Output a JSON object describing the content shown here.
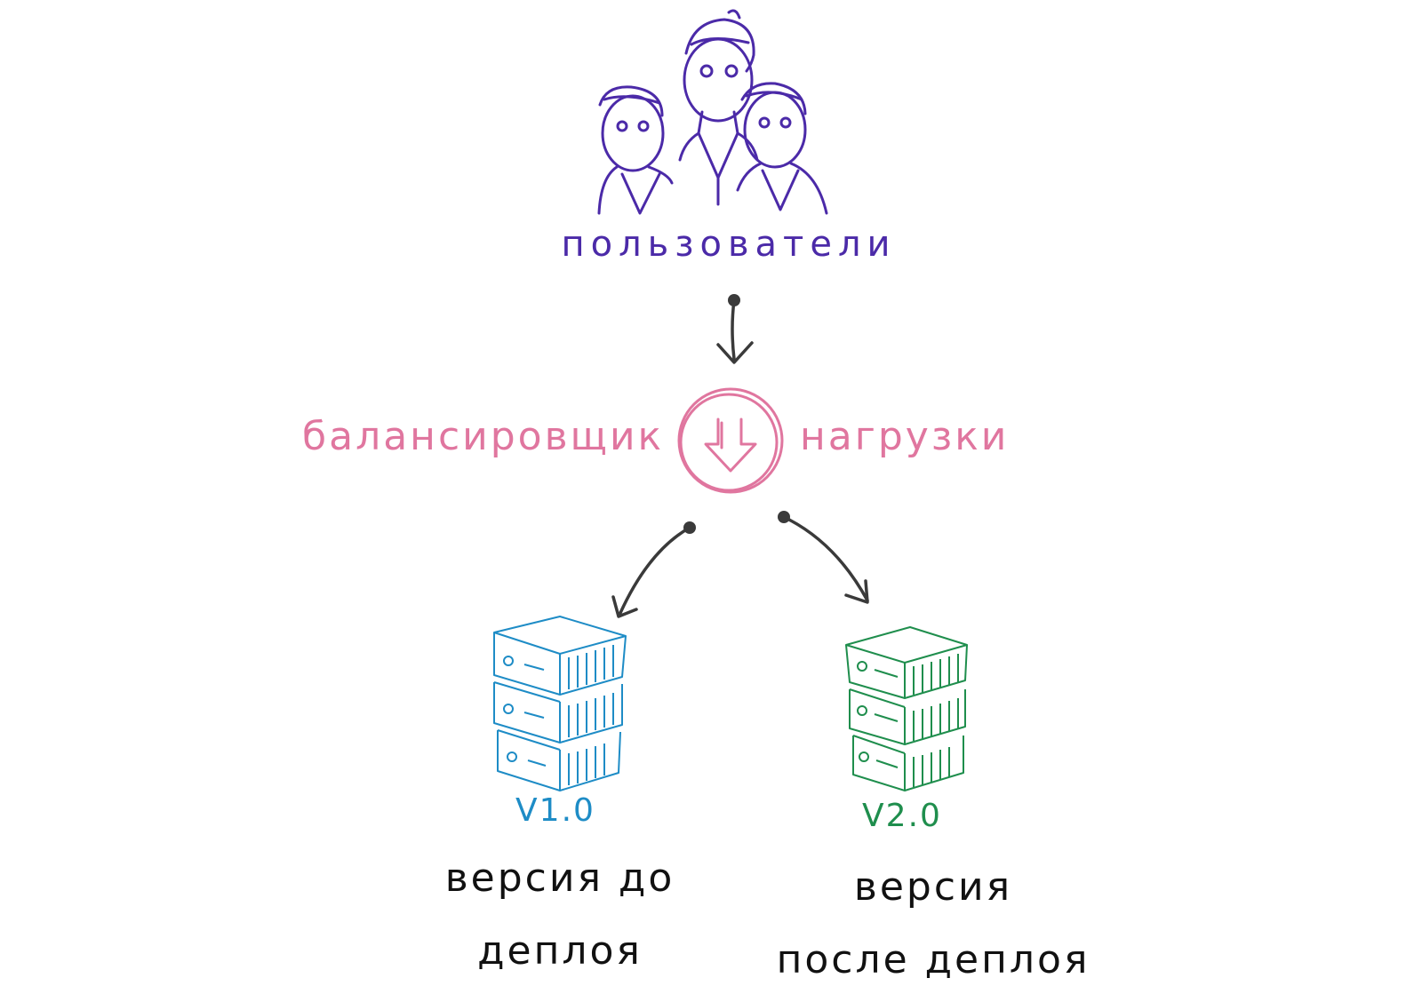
{
  "users": {
    "label": "пользователи",
    "icon": "users-group-icon"
  },
  "load_balancer": {
    "label_left": "балансировщик",
    "label_right": "нагрузки",
    "icon": "balancer-down-arrow-icon"
  },
  "servers": [
    {
      "version": "V1.0",
      "caption_line1": "версия до",
      "caption_line2": "деплоя",
      "color": "#1e8cc6",
      "icon": "server-stack-icon"
    },
    {
      "version": "V2.0",
      "caption_line1": "версия",
      "caption_line2": "после деплоя",
      "color": "#1f8e4d",
      "icon": "server-stack-icon"
    }
  ],
  "colors": {
    "users": "#4b2aa8",
    "balancer": "#e0769f",
    "arrows": "#3a3a3a",
    "text": "#111111"
  }
}
